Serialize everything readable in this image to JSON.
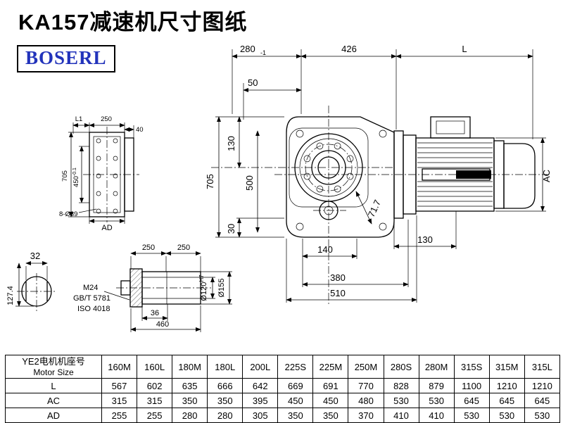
{
  "title": "KA157减速机尺寸图纸",
  "logo": {
    "text": "BOSERL"
  },
  "colors": {
    "brand_blue": "#2233bb",
    "line_black": "#000000"
  },
  "views": {
    "main": {
      "top_dims": {
        "d280": "280",
        "d280_tol": "-1",
        "d426": "426",
        "dL": "L",
        "d50": "50"
      },
      "left_dims": {
        "d705": "705",
        "d130": "130",
        "d500": "500",
        "d30": "30"
      },
      "bottom_dims": {
        "d140": "140",
        "d380": "380",
        "d510": "510",
        "d130_right": "130"
      },
      "other_dims": {
        "d71_7": "71.7",
        "dAC": "AC"
      }
    },
    "flange_view": {
      "dims": {
        "dL1": "L1",
        "d250": "250",
        "d40": "40",
        "d705": "705",
        "d450": "450",
        "d450_tol": "-0.1",
        "holes": "8-Ø39",
        "dAD": "AD"
      }
    },
    "shaft_end_view": {
      "dims": {
        "d32": "32",
        "d127_4": "127.4"
      }
    },
    "shaft_view": {
      "dims": {
        "d250a": "250",
        "d250b": "250",
        "thread": "M24",
        "std_gb": "GB/T 5781",
        "std_iso": "ISO 4018",
        "d36": "36",
        "d460": "460",
        "d120": "Ø120",
        "d120_tol": "H7",
        "d155": "Ø155"
      }
    }
  },
  "table": {
    "header": {
      "line1": "YE2电机机座号",
      "line2": "Motor Size"
    },
    "columns": [
      "160M",
      "160L",
      "180M",
      "180L",
      "200L",
      "225S",
      "225M",
      "250M",
      "280S",
      "280M",
      "315S",
      "315M",
      "315L"
    ],
    "rows": [
      {
        "label": "L",
        "values": [
          "567",
          "602",
          "635",
          "666",
          "642",
          "669",
          "691",
          "770",
          "828",
          "879",
          "1100",
          "1210",
          "1210"
        ]
      },
      {
        "label": "AC",
        "values": [
          "315",
          "315",
          "350",
          "350",
          "395",
          "450",
          "450",
          "480",
          "530",
          "530",
          "645",
          "645",
          "645"
        ]
      },
      {
        "label": "AD",
        "values": [
          "255",
          "255",
          "280",
          "280",
          "305",
          "350",
          "350",
          "370",
          "410",
          "410",
          "530",
          "530",
          "530"
        ]
      }
    ]
  }
}
